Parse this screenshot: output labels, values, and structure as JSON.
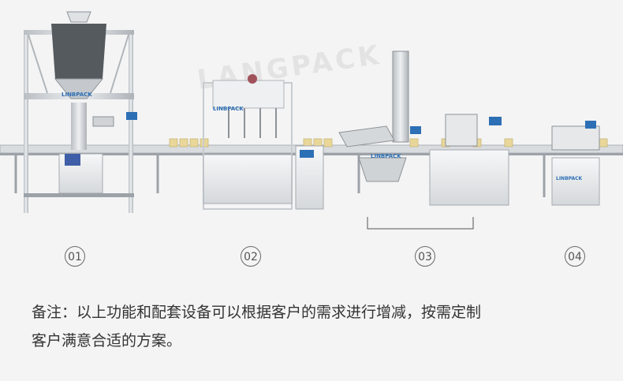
{
  "brand_label": "LINBPACK",
  "watermark_text": "LANGPACK",
  "steps": [
    "01",
    "02",
    "03",
    "04"
  ],
  "note": {
    "line1": "备注：以上功能和配套设备可以根据客户的需求进行增减，按需定制",
    "line2": "客户满意合适的方案。"
  },
  "colors": {
    "background": "#f4f4f4",
    "steel": "#c8ccd0",
    "steel_dark": "#8d9297",
    "conveyor": "#d9dcdf",
    "bottle_fill": "#e9d79a",
    "screen": "#2d6fb5",
    "motor": "#3f5ea8",
    "text": "#333333"
  }
}
